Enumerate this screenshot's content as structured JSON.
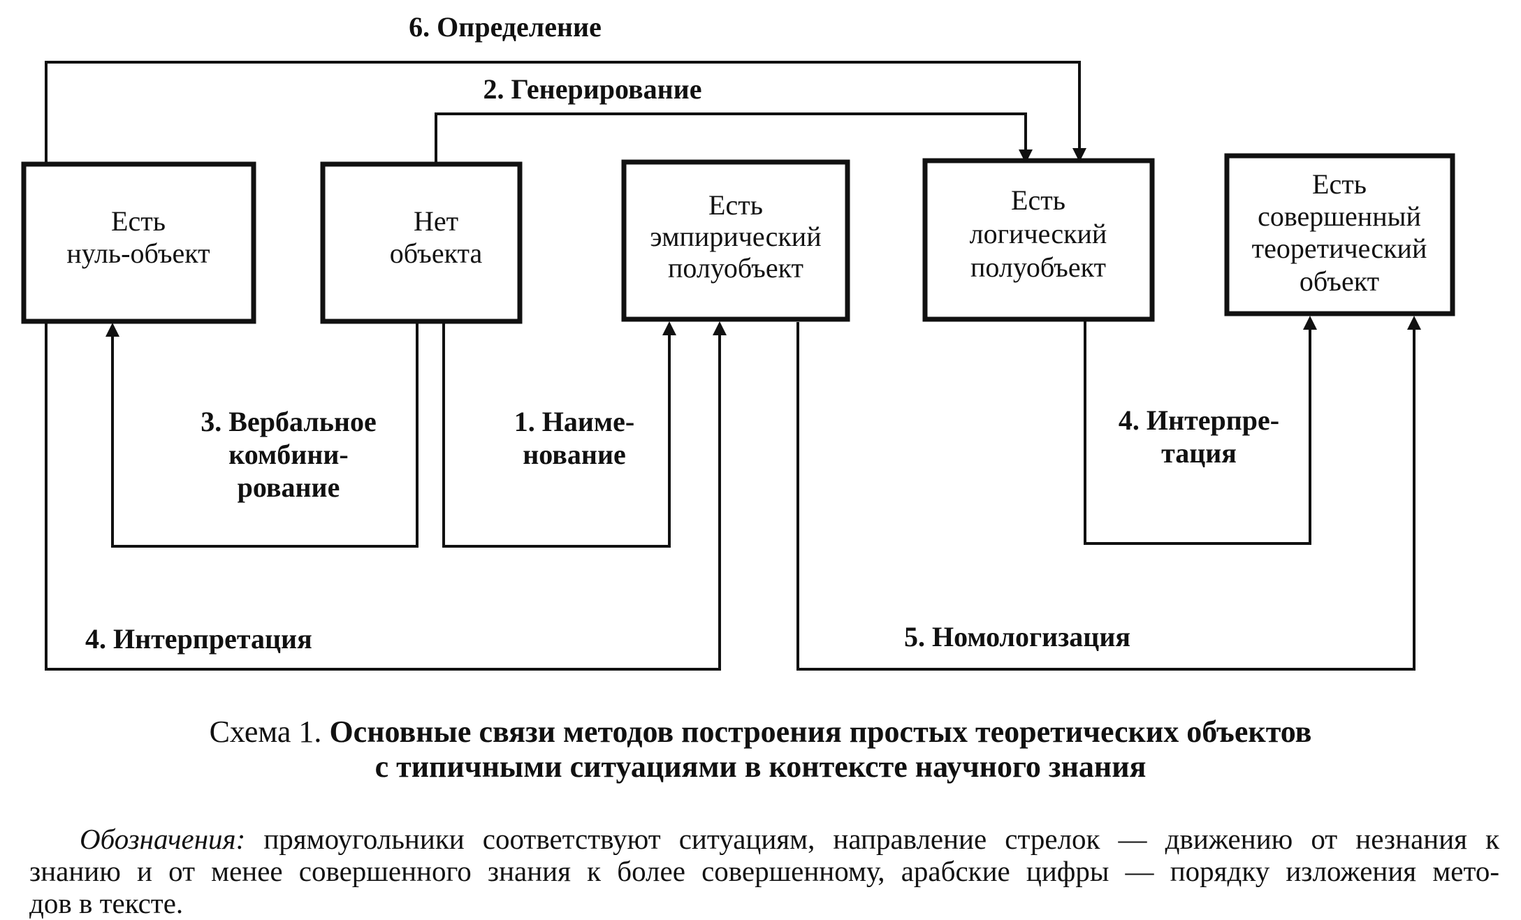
{
  "boxes": {
    "null_object": [
      "Есть",
      "нуль-объект"
    ],
    "no_object": [
      "Нет",
      "объекта"
    ],
    "empirical": [
      "Есть",
      "эмпирический",
      "полуобъект"
    ],
    "logical": [
      "Есть",
      "логический",
      "полуобъект"
    ],
    "theoretical": [
      "Есть",
      "совершенный",
      "теоретический",
      "объект"
    ]
  },
  "methods": {
    "definition": "6. Определение",
    "generation": "2. Генерирование",
    "verbal": [
      "3. Вербальное",
      "комбини-",
      "рование"
    ],
    "naming": [
      "1. Наиме-",
      "нование"
    ],
    "interpretation_right": [
      "4. Интерпре-",
      "тация"
    ],
    "interpretation_bottom": "4. Интерпретация",
    "nomologization": "5. Номологизация"
  },
  "caption": {
    "prefix": "Схема 1. ",
    "line1_bold": "Основные связи методов построения простых теоретических объектов",
    "line2_bold": "с типичными ситуациями в контексте научного знания"
  },
  "legend": {
    "label": "Обозначения:",
    "line1": " прямоугольники соответствуют ситуациям, направление стрелок — движению от незнания к",
    "line2": "знанию и от менее совершенного знания к более совершенному, арабские цифры — порядку изложения мето-",
    "line3": "дов в тексте."
  }
}
